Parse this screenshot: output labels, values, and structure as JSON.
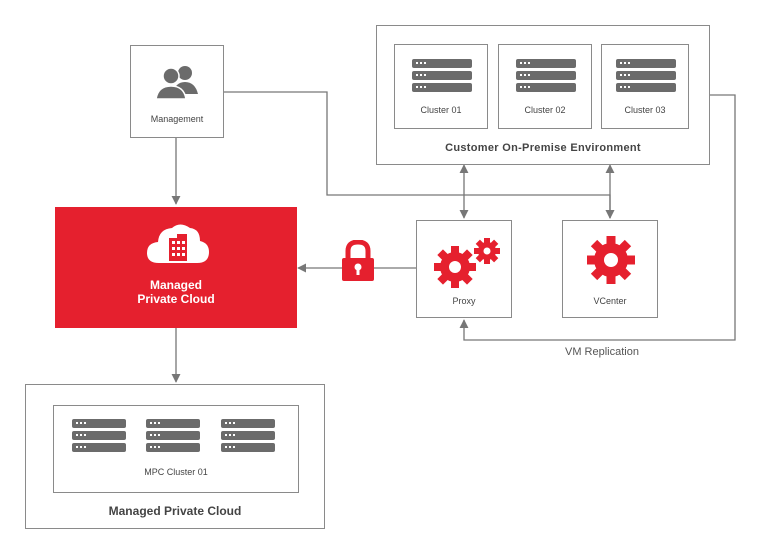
{
  "management": {
    "label": "Management"
  },
  "on_premise": {
    "title": "Customer On-Premise Environment",
    "clusters": [
      {
        "label": "Cluster 01"
      },
      {
        "label": "Cluster 02"
      },
      {
        "label": "Cluster 03"
      }
    ]
  },
  "mpc_center": {
    "label_line1": "Managed",
    "label_line2": "Private Cloud"
  },
  "proxy": {
    "label": "Proxy"
  },
  "vcenter": {
    "label": "VCenter"
  },
  "replication": {
    "label": "VM Replication"
  },
  "mpc_bottom": {
    "title": "Managed Private Cloud",
    "cluster_label": "MPC Cluster 01"
  },
  "colors": {
    "accent": "#e5202e",
    "server": "#6b6b6b",
    "line": "#777777"
  },
  "icons": {
    "users": "users-icon",
    "server": "server-icon",
    "cloud": "cloud-building-icon",
    "lock": "lock-icon",
    "gears": "gears-icon",
    "gear": "gear-icon"
  }
}
